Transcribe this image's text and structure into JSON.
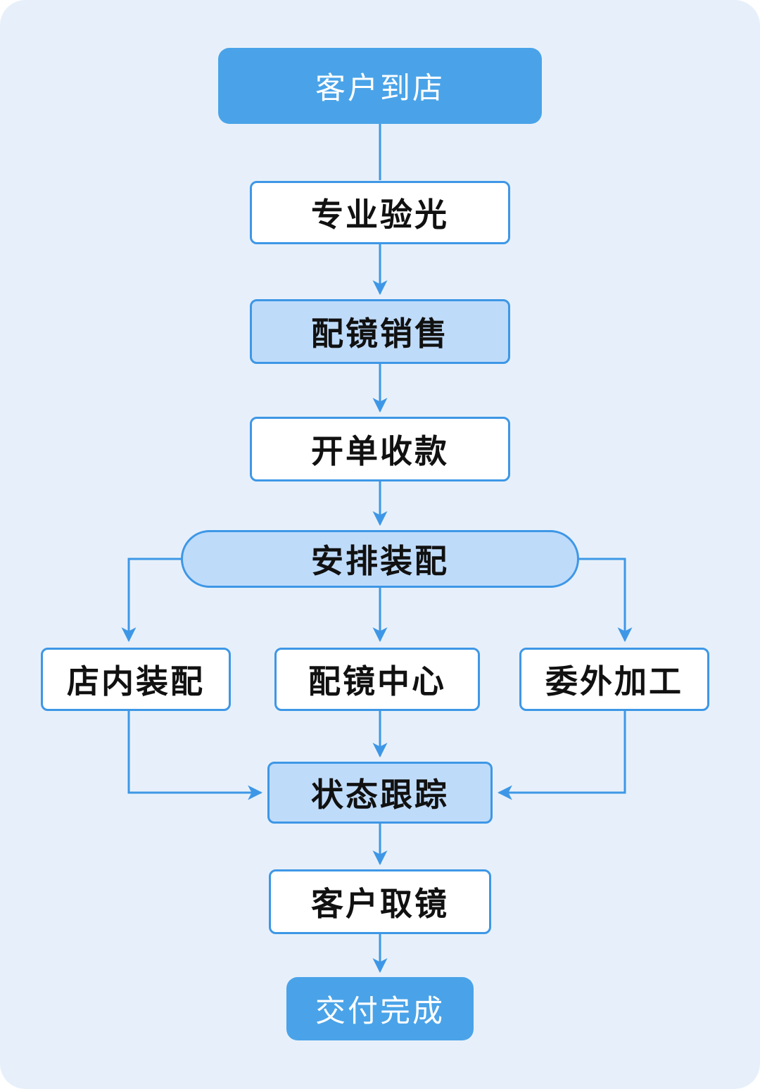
{
  "colors": {
    "background": "#E7F0FA",
    "primary": "#4AA3E8",
    "light_fill": "#BFDBFA",
    "line": "#3E97E6",
    "text_dark": "#111111",
    "text_light": "#FFFFFF"
  },
  "flowchart": {
    "nodes": [
      {
        "id": "customer-arrival",
        "label": "客户到店",
        "kind": "start-solid"
      },
      {
        "id": "optometry",
        "label": "专业验光",
        "kind": "process-white"
      },
      {
        "id": "glasses-sales",
        "label": "配镜销售",
        "kind": "process-highlight"
      },
      {
        "id": "billing-payment",
        "label": "开单收款",
        "kind": "process-white"
      },
      {
        "id": "arrange-assembly",
        "label": "安排装配",
        "kind": "pill-highlight"
      },
      {
        "id": "in-store-assembly",
        "label": "店内装配",
        "kind": "process-white"
      },
      {
        "id": "optical-center",
        "label": "配镜中心",
        "kind": "process-white"
      },
      {
        "id": "outsourced-processing",
        "label": "委外加工",
        "kind": "process-white"
      },
      {
        "id": "status-tracking",
        "label": "状态跟踪",
        "kind": "process-highlight"
      },
      {
        "id": "customer-pickup",
        "label": "客户取镜",
        "kind": "process-white"
      },
      {
        "id": "delivery-complete",
        "label": "交付完成",
        "kind": "end-solid"
      }
    ]
  }
}
